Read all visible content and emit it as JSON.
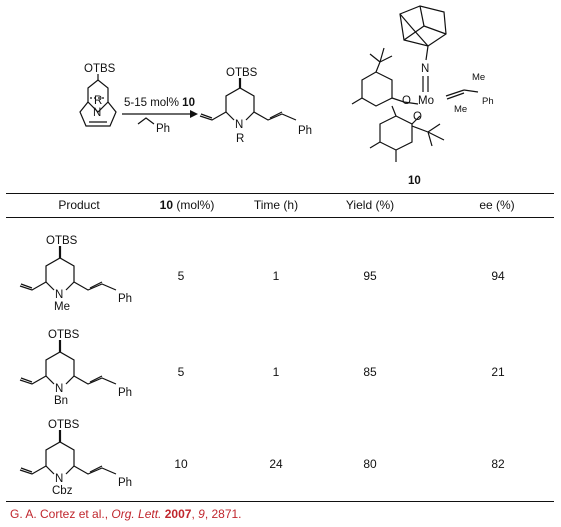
{
  "scheme": {
    "reactant_otbs": "OTBS",
    "reactant_r": "R",
    "reactant_n": "N",
    "catalyst_loading_text": "5-15 mol%",
    "catalyst_number": "10",
    "reagent_ph": "Ph",
    "product_otbs": "OTBS",
    "product_n": "N",
    "product_r": "R",
    "product_ph": "Ph",
    "catalyst_n": "N",
    "catalyst_mo": "Mo",
    "catalyst_o1": "O",
    "catalyst_o2": "O",
    "catalyst_me1": "Me",
    "catalyst_me2": "Me",
    "catalyst_ph": "Ph",
    "catalyst_label": "10"
  },
  "table": {
    "headers": {
      "product": "Product",
      "loading_num": "10",
      "loading_unit": " (mol%)",
      "time": "Time (h)",
      "yield": "Yield (%)",
      "ee": "ee (%)"
    },
    "rows": [
      {
        "otbs": "OTBS",
        "n": "N",
        "sub": "Me",
        "ph": "Ph",
        "loading": "5",
        "time": "1",
        "yield": "95",
        "ee": "94"
      },
      {
        "otbs": "OTBS",
        "n": "N",
        "sub": "Bn",
        "ph": "Ph",
        "loading": "5",
        "time": "1",
        "yield": "85",
        "ee": "21"
      },
      {
        "otbs": "OTBS",
        "n": "N",
        "sub": "Cbz",
        "ph": "Ph",
        "loading": "10",
        "time": "24",
        "yield": "80",
        "ee": "82"
      }
    ]
  },
  "citation": {
    "authors": "G. A. Cortez et al., ",
    "journal": "Org. Lett.",
    "year": "2007",
    "volume": "9",
    "pages": ", 2871."
  }
}
